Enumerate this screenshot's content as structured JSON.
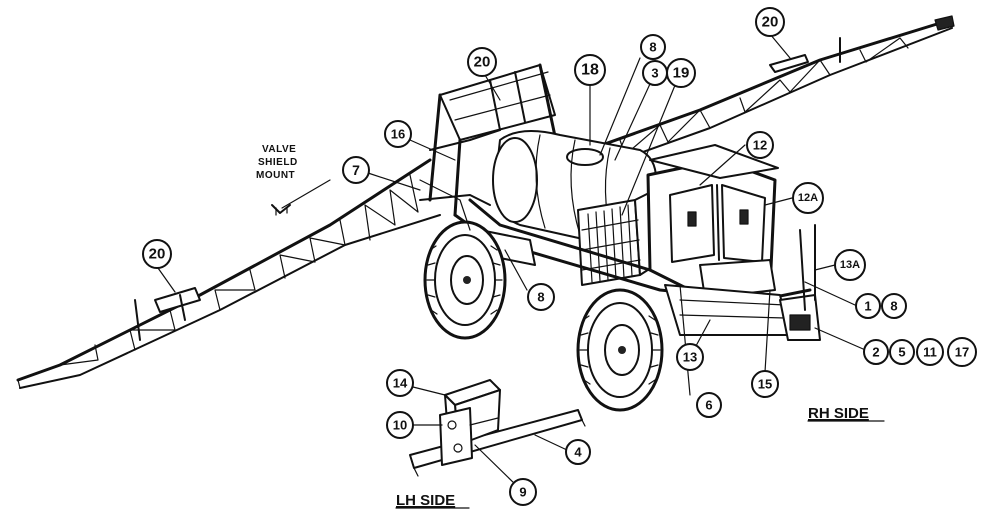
{
  "callouts": {
    "c20_right": "20",
    "c20_top": "20",
    "c20_left": "20",
    "c18": "18",
    "c8_top": "8",
    "c3": "3",
    "c19": "19",
    "c16": "16",
    "c7": "7",
    "c12": "12",
    "c12a": "12A",
    "c13a": "13A",
    "c1": "1",
    "c8_right": "8",
    "c2": "2",
    "c5": "5",
    "c11": "11",
    "c17": "17",
    "c8_mid": "8",
    "c13": "13",
    "c15": "15",
    "c6": "6",
    "c14": "14",
    "c10": "10",
    "c4": "4",
    "c9": "9"
  },
  "notes": {
    "valve_line1": "VALVE",
    "valve_line2": "SHIELD",
    "valve_line3": "MOUNT"
  },
  "labels": {
    "rh_side": "RH SIDE",
    "lh_side": "LH SIDE"
  }
}
